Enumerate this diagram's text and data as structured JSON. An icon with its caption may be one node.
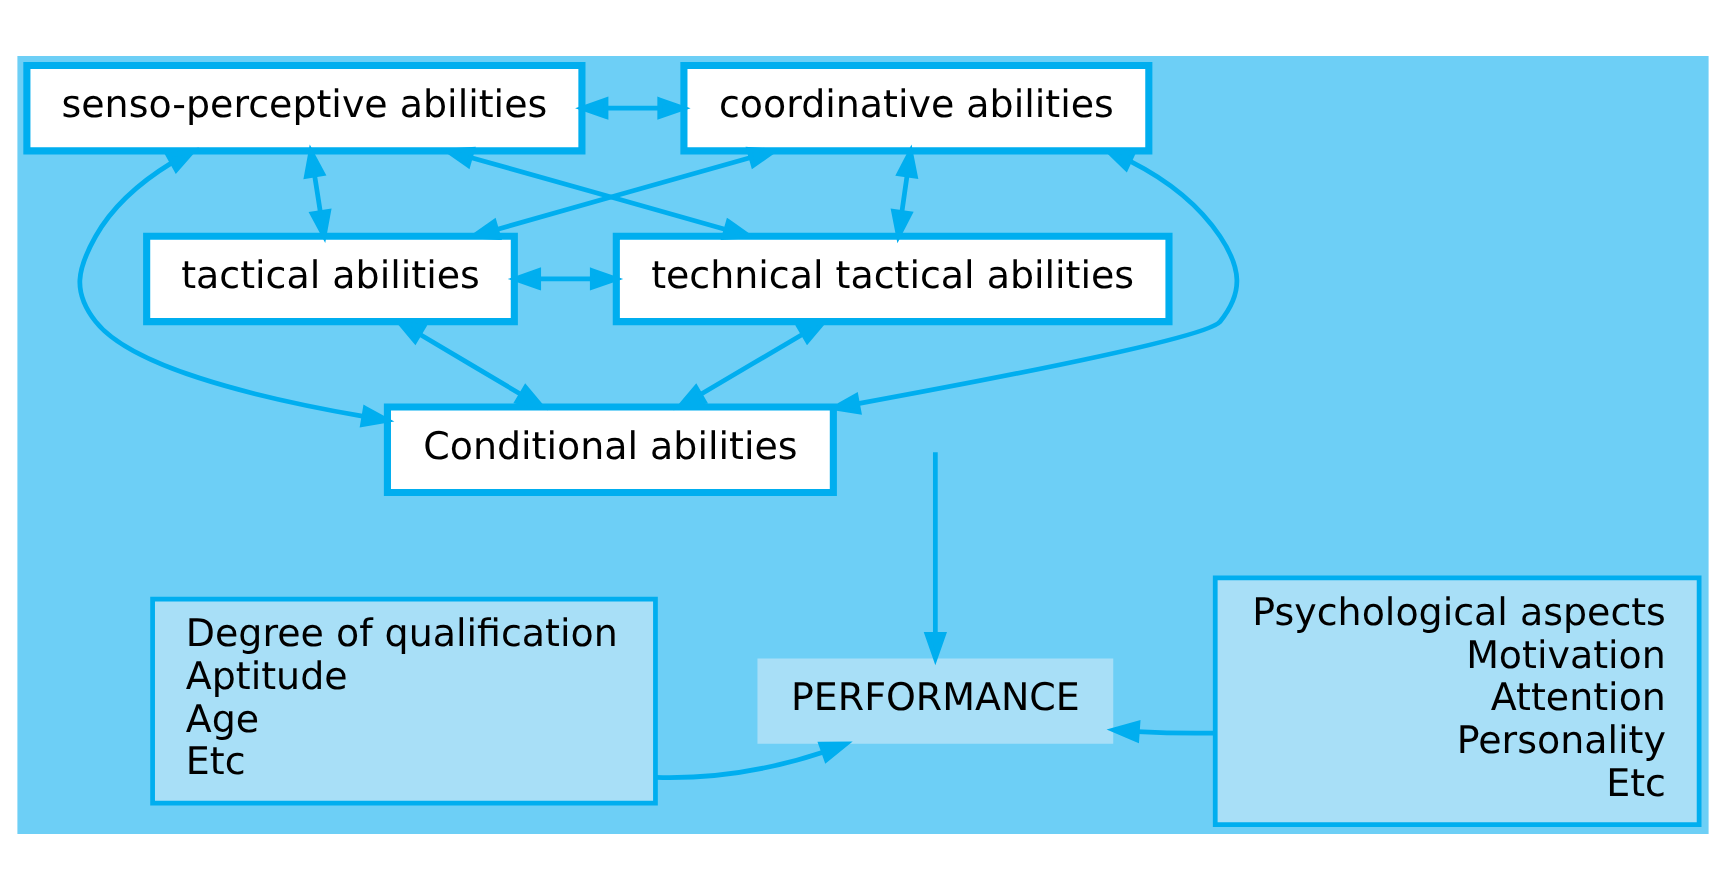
{
  "diagram": {
    "nodes": [
      {
        "text": [
          "senso-perceptive abilities"
        ]
      },
      {
        "text": [
          "coordinative abilities"
        ]
      },
      {
        "text": [
          "tactical abilities"
        ]
      },
      {
        "text": [
          "technical tactical abilities"
        ]
      },
      {
        "text": [
          "Conditional abilities"
        ]
      },
      {
        "text": [
          "Degree of qualification",
          "Aptitude",
          "Age",
          "Etc"
        ]
      },
      {
        "text": [
          "PERFORMANCE"
        ]
      },
      {
        "text": [
          "Psychological aspects",
          "Motivation",
          "Attention",
          "Personality",
          "Etc"
        ]
      }
    ],
    "edges": [
      {
        "from": 2,
        "to": 0,
        "arrow": "both"
      },
      {
        "from": 0,
        "to": 1,
        "arrow": "both"
      },
      {
        "from": 1,
        "to": 3,
        "arrow": "both"
      },
      {
        "from": 0,
        "to": 3,
        "arrow": "both"
      },
      {
        "from": 1,
        "to": 2,
        "arrow": "both"
      },
      {
        "from": 2,
        "to": 3,
        "arrow": "both"
      },
      {
        "from": 0,
        "to": 4,
        "arrow": "both"
      },
      {
        "from": 1,
        "to": 4,
        "arrow": "both"
      },
      {
        "from": 2,
        "to": 4,
        "arrow": "both"
      },
      {
        "from": 4,
        "to": 3,
        "arrow": "both"
      },
      {
        "from": null,
        "to": 6,
        "arrow": "to"
      },
      {
        "from": 5,
        "to": 6,
        "arrow": "to"
      },
      {
        "from": 7,
        "to": 6,
        "arrow": "to"
      }
    ]
  }
}
